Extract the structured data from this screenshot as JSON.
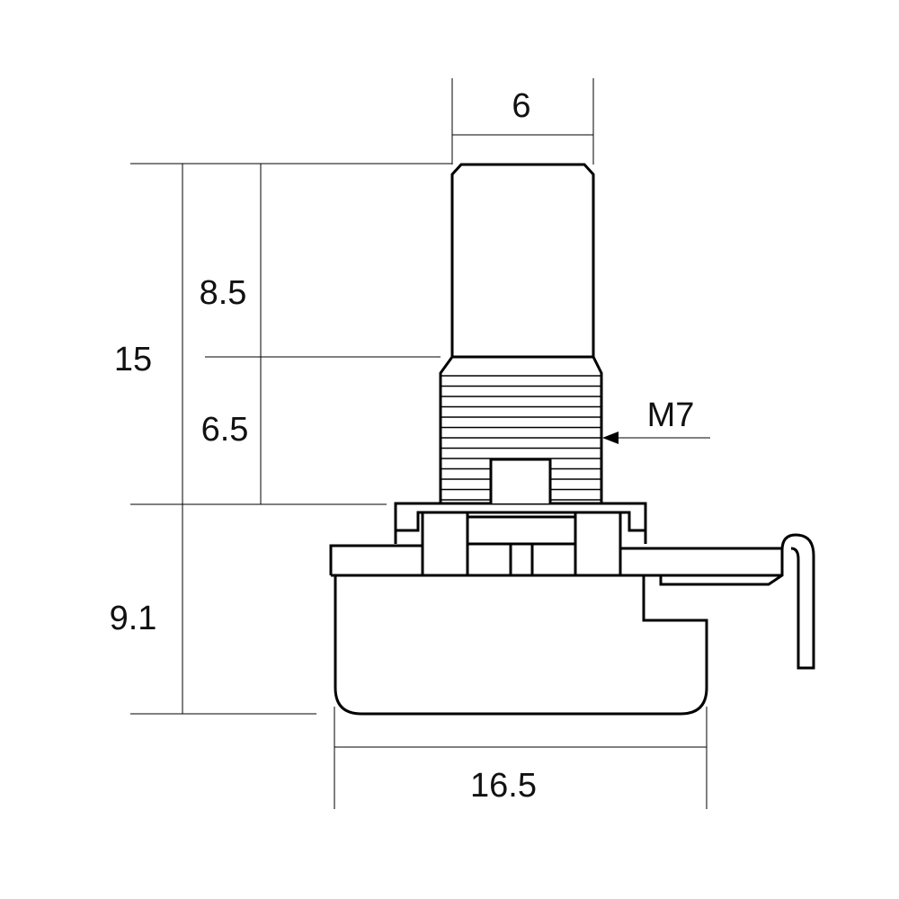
{
  "dimensions": {
    "shaft_diameter": "6",
    "shaft_length": "8.5",
    "thread_length": "6.5",
    "total_height": "15",
    "body_height": "9.1",
    "body_width": "16.5",
    "thread_spec": "M7"
  },
  "colors": {
    "line": "#000000",
    "background": "#ffffff"
  }
}
